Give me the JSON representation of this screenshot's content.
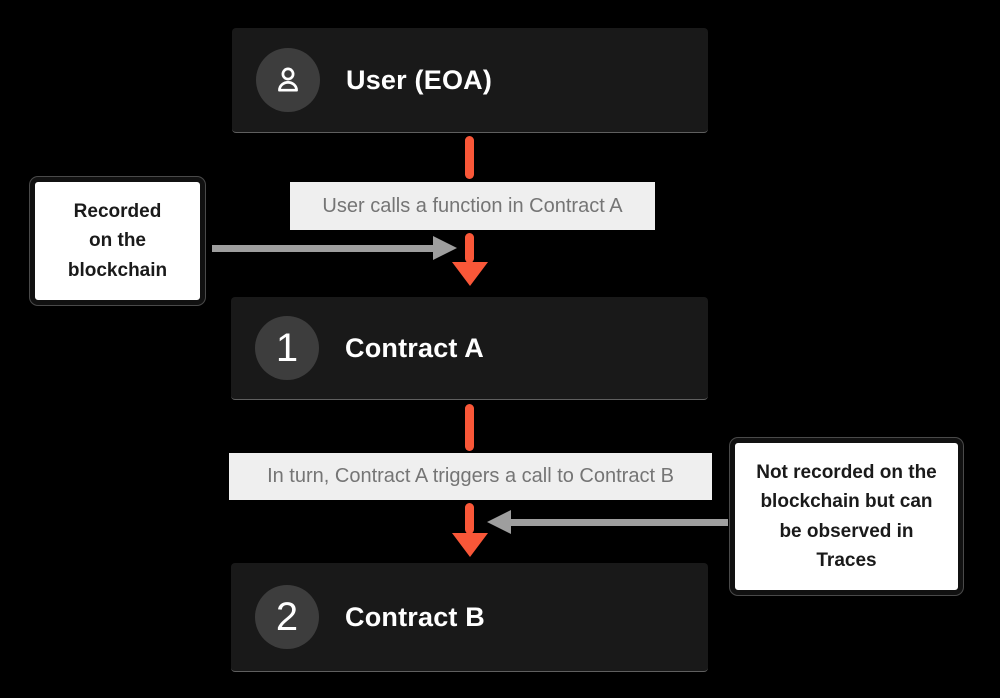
{
  "colors": {
    "bg": "#000000",
    "node-bg": "#191919",
    "node-underline": "#5f5f5f",
    "circle-bg": "#3d3d3d",
    "node-text": "#ffffff",
    "accent": "#f95738",
    "label-bg": "#efefef",
    "label-text": "#757575",
    "arrow-gray": "#9e9e9e",
    "note-bg": "#ffffff",
    "note-border": "#111111",
    "note-text": "#1a1a1a"
  },
  "nodes": [
    {
      "title": "User (EOA)",
      "badge_icon": "user-icon"
    },
    {
      "title": "Contract A",
      "badge": "1"
    },
    {
      "title": "Contract B",
      "badge": "2"
    }
  ],
  "edge_labels": [
    "User calls a function in Contract A",
    "In turn, Contract A triggers a call to Contract B"
  ],
  "annotations": {
    "recorded": {
      "lines": [
        "Recorded",
        "on the",
        "blockchain"
      ]
    },
    "not_recorded": {
      "lines": [
        "Not recorded on the",
        "blockchain but can",
        "be observed in",
        "Traces"
      ]
    }
  }
}
